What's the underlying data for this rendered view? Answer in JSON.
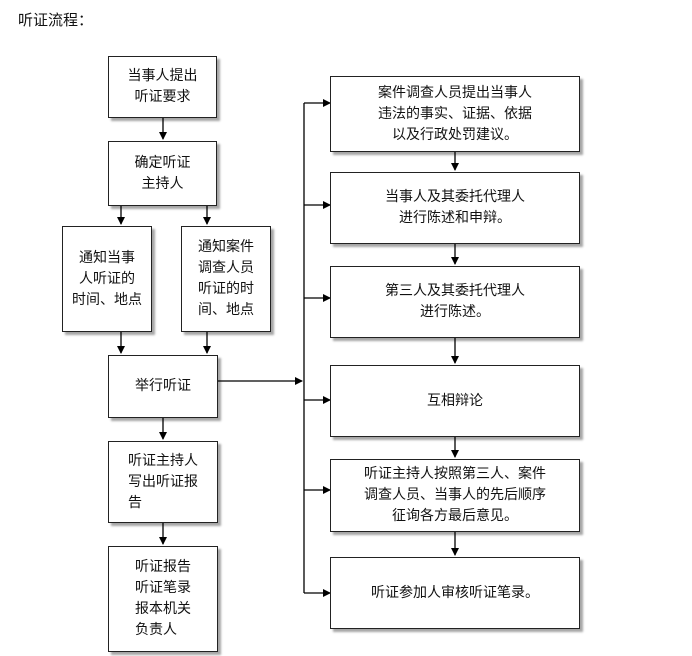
{
  "title": "听证流程：",
  "left_flow": {
    "step1": "当事人提出\n听证要求",
    "step2": "确定听证\n主持人",
    "notify_party": "通知当事\n人听证的\n时间、地点",
    "notify_investigator": "通知案件\n调查人员\n听证的时\n间、地点",
    "hold_hearing": "举行听证",
    "write_report": "听证主持人\n写出听证报\n告",
    "submit_report": "听证报告\n听证笔录\n报本机关\n负责人"
  },
  "right_flow": {
    "step1": "案件调查人员提出当事人\n违法的事实、证据、依据\n以及行政处罚建议。",
    "step2": "当事人及其委托代理人\n进行陈述和申辩。",
    "step3": "第三人及其委托代理人\n进行陈述。",
    "step4": "互相辩论",
    "step5": "听证主持人按照第三人、案件\n调查人员、当事人的先后顺序\n征询各方最后意见。",
    "step6": "听证参加人审核听证笔录。"
  }
}
